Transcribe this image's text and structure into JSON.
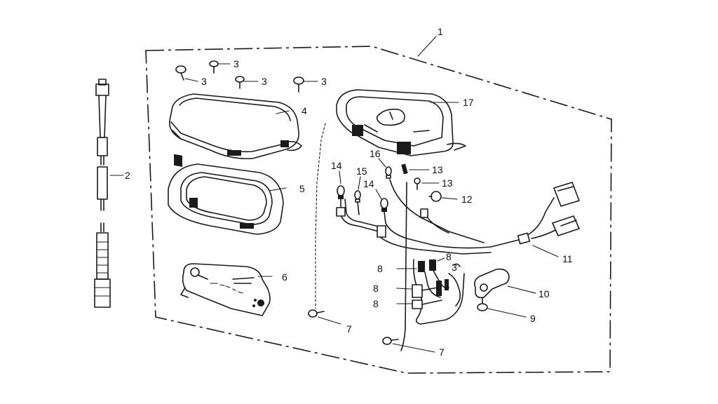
{
  "callouts": {
    "c1": "1",
    "c2": "2",
    "c3a": "3",
    "c3b": "3",
    "c3c": "3",
    "c3d": "3",
    "c3e": "3",
    "c4": "4",
    "c5": "5",
    "c6": "6",
    "c7a": "7",
    "c7b": "7",
    "c8a": "8",
    "c8b": "8",
    "c8c": "8",
    "c8d": "8",
    "c9": "9",
    "c10": "10",
    "c11": "11",
    "c12": "12",
    "c13a": "13",
    "c13b": "13",
    "c14a": "14",
    "c14b": "14",
    "c15": "15",
    "c16": "16",
    "c17": "17"
  }
}
